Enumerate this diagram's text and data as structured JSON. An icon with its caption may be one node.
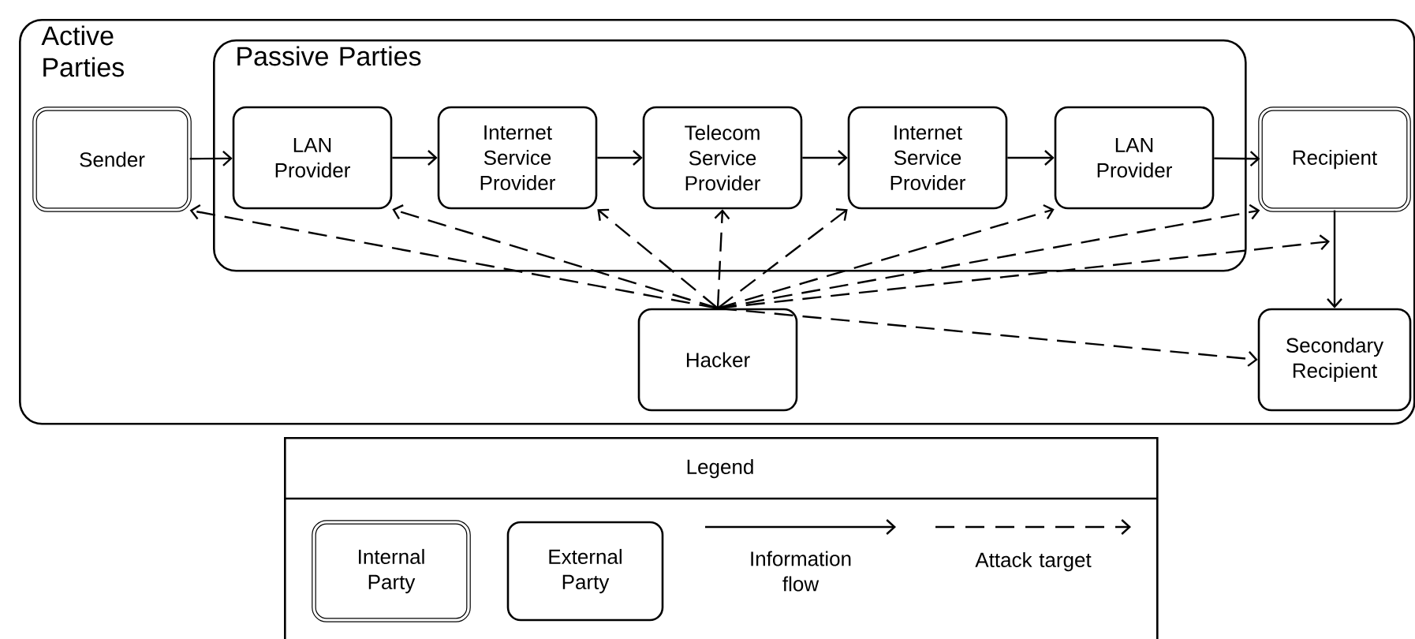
{
  "diagram": {
    "nodes": [
      {
        "text": [
          "Active Parties"
        ]
      },
      {
        "text": [
          "Passive Parties"
        ],
        "in": 0
      },
      {
        "text": [
          "Sender"
        ],
        "in": 0
      },
      {
        "text": [
          "LAN Provider"
        ],
        "in": 1
      },
      {
        "text": [
          "Internet Service Provider"
        ],
        "in": 1
      },
      {
        "text": [
          "Telecom Service Provider"
        ],
        "in": 1
      },
      {
        "text": [
          "Internet Service Provider"
        ],
        "in": 1
      },
      {
        "text": [
          "LAN Provider"
        ],
        "in": 1
      },
      {
        "text": [
          "Recipient"
        ],
        "in": 0
      },
      {
        "text": [
          "Hacker"
        ],
        "in": 0
      },
      {
        "text": [
          "Secondary Recipient"
        ],
        "in": 0
      },
      {
        "text": [
          "Legend"
        ]
      },
      {
        "text": [
          "Internal Party"
        ],
        "in": 11
      },
      {
        "text": [
          "External Party"
        ],
        "in": 11
      }
    ],
    "edges": [
      {
        "from": 2,
        "to": 3,
        "arrow": "to"
      },
      {
        "from": 3,
        "to": 4,
        "arrow": "to"
      },
      {
        "from": 4,
        "to": 5,
        "arrow": "to"
      },
      {
        "from": 5,
        "to": 6,
        "arrow": "to"
      },
      {
        "from": 6,
        "to": 7,
        "arrow": "to"
      },
      {
        "from": 7,
        "to": 8,
        "arrow": "to"
      },
      {
        "from": 8,
        "to": 10,
        "arrow": "to"
      },
      {
        "from": 9,
        "to": 2,
        "arrow": "to",
        "style": "dashed"
      },
      {
        "from": 9,
        "to": 3,
        "arrow": "to",
        "style": "dashed"
      },
      {
        "from": 9,
        "to": 4,
        "arrow": "to",
        "style": "dashed"
      },
      {
        "from": 9,
        "to": 5,
        "arrow": "to",
        "style": "dashed"
      },
      {
        "from": 9,
        "to": 6,
        "arrow": "to",
        "style": "dashed"
      },
      {
        "from": 9,
        "to": 7,
        "arrow": "to",
        "style": "dashed"
      },
      {
        "from": 9,
        "to": 8,
        "arrow": "to",
        "style": "dashed"
      },
      {
        "from": 9,
        "to": null,
        "arrow": "to",
        "style": "dashed"
      },
      {
        "from": 9,
        "to": 10,
        "arrow": "to",
        "style": "dashed"
      }
    ],
    "legend": [
      {
        "text": "Information flow"
      },
      {
        "text": "Attack target"
      }
    ]
  }
}
